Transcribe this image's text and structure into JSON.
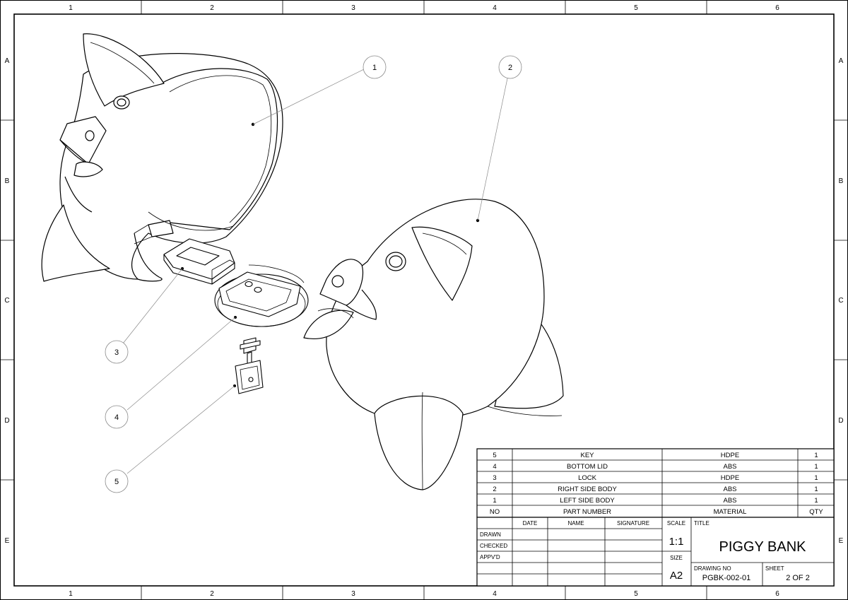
{
  "border_columns": [
    "1",
    "2",
    "3",
    "4",
    "5",
    "6"
  ],
  "border_rows": [
    "A",
    "B",
    "C",
    "D",
    "E"
  ],
  "callouts": [
    "1",
    "2",
    "3",
    "4",
    "5"
  ],
  "bom": {
    "header": {
      "no": "NO",
      "part": "PART NUMBER",
      "material": "MATERIAL",
      "qty": "QTY"
    },
    "rows": [
      {
        "no": "5",
        "part": "KEY",
        "material": "HDPE",
        "qty": "1"
      },
      {
        "no": "4",
        "part": "BOTTOM LID",
        "material": "ABS",
        "qty": "1"
      },
      {
        "no": "3",
        "part": "LOCK",
        "material": "HDPE",
        "qty": "1"
      },
      {
        "no": "2",
        "part": "RIGHT SIDE BODY",
        "material": "ABS",
        "qty": "1"
      },
      {
        "no": "1",
        "part": "LEFT SIDE BODY",
        "material": "ABS",
        "qty": "1"
      }
    ]
  },
  "title_block": {
    "col_date": "DATE",
    "col_name": "NAME",
    "col_signature": "SIGNATURE",
    "row_drawn": "DRAWN",
    "row_checked": "CHECKED",
    "row_approved": "APPV'D",
    "scale_label": "SCALE",
    "scale_value": "1:1",
    "size_label": "SIZE",
    "size_value": "A2",
    "title_label": "TITLE",
    "title_value": "PIGGY BANK",
    "drawing_no_label": "DRAWING NO",
    "drawing_no_value": "PGBK-002-01",
    "sheet_label": "SHEET",
    "sheet_value": "2 OF 2"
  }
}
